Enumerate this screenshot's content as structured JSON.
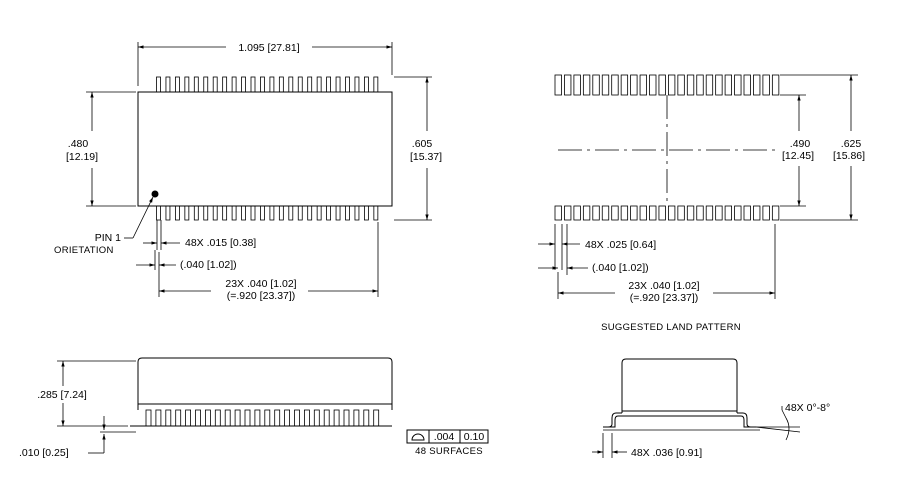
{
  "top_view": {
    "overall_length": "1.095 [27.81]",
    "body_width_in": ".480",
    "body_width_mm": "[12.19]",
    "lead_span_in": ".605",
    "lead_span_mm": "[15.37]",
    "pin1_line1": "PIN 1",
    "pin1_line2": "ORIETATION",
    "lead_width": "48X .015 [0.38]",
    "lead_offset": "(.040 [1.02])",
    "pitch_line1": "23X .040 [1.02]",
    "pitch_line2": "(=.920 [23.37])"
  },
  "land_pattern": {
    "row_span_in": ".490",
    "row_span_mm": "[12.45]",
    "total_span_in": ".625",
    "total_span_mm": "[15.86]",
    "pad_width": "48X .025 [0.64]",
    "pad_offset": "(.040 [1.02])",
    "pitch_line1": "23X .040 [1.02]",
    "pitch_line2": "(=.920 [23.37])",
    "caption": "SUGGESTED LAND PATTERN"
  },
  "side_view": {
    "height": ".285 [7.24]",
    "standoff": ".010 [0.25]",
    "coplanarity_value": ".004",
    "coplanarity_mm": "0.10",
    "coplanarity_note": "48 SURFACES"
  },
  "end_view": {
    "angle": "48X 0°-8°",
    "foot_length": "48X .036 [0.91]"
  }
}
